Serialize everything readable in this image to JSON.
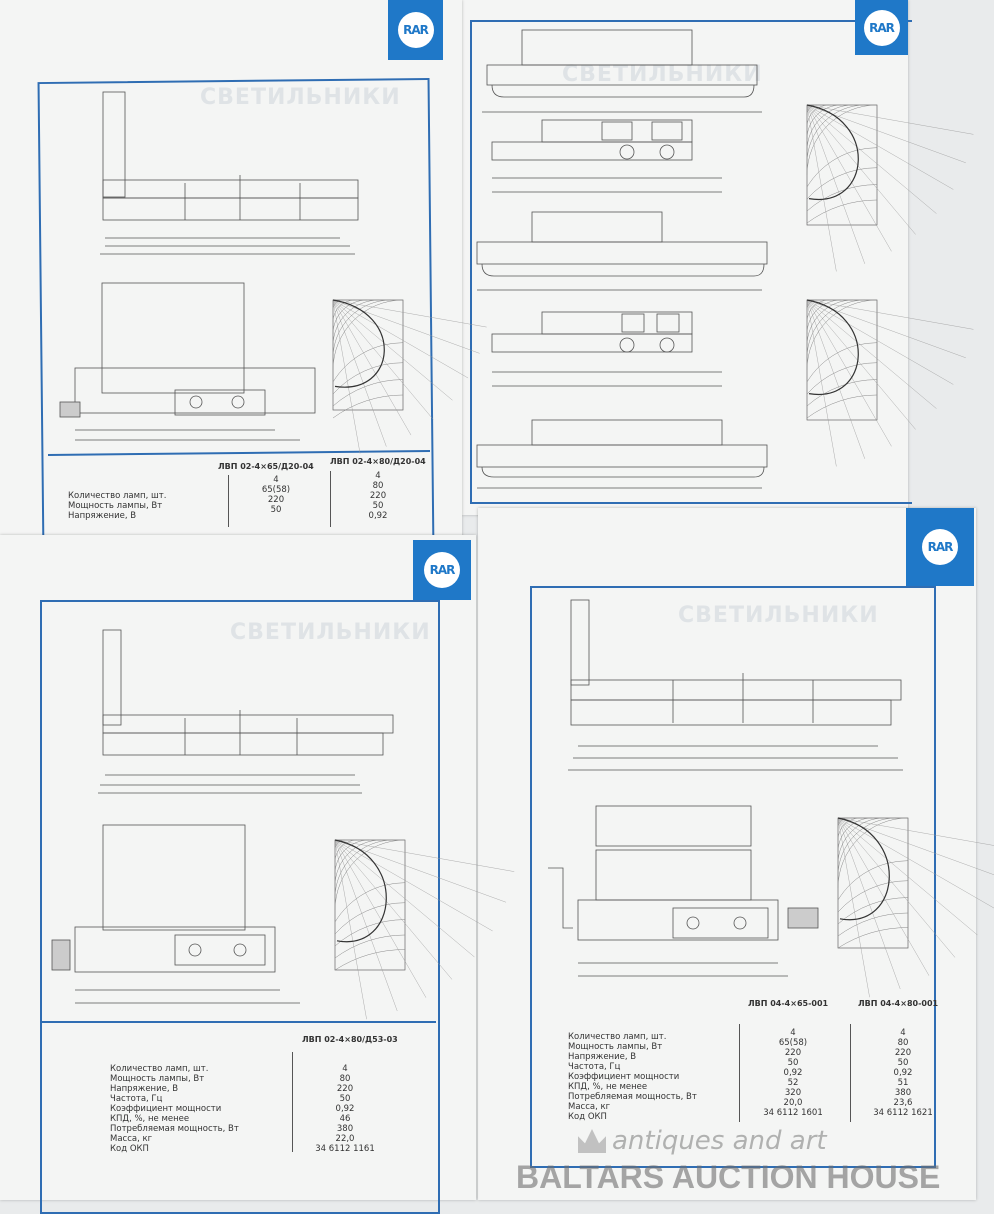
{
  "logo_text": "RAR",
  "ghost_heading": "СВЕТИЛЬНИКИ",
  "sheets": {
    "top_left": {
      "models": [
        "ЛВП 02-4×65/Д20-04",
        "ЛВП 02-4×80/Д20-04"
      ],
      "rows": [
        "Количество ламп, шт.",
        "Мощность лампы, Вт",
        "Напряжение, В"
      ],
      "col1": [
        "4",
        "65(58)",
        "220",
        "50"
      ],
      "col2": [
        "4",
        "80",
        "220",
        "50",
        "0,92"
      ]
    },
    "bottom_left": {
      "models": [
        "ЛВП 02-4×80/Д53-03"
      ],
      "rows": [
        "Количество ламп, шт.",
        "Мощность лампы, Вт",
        "Напряжение, В",
        "Частота, Гц",
        "Коэффициент мощности",
        "КПД, %, не менее",
        "Потребляемая мощность, Вт",
        "Масса, кг",
        "Код ОКП"
      ],
      "col1": [
        "4",
        "80",
        "220",
        "50",
        "0,92",
        "46",
        "380",
        "22,0",
        "34 6112 1161"
      ]
    },
    "bottom_right": {
      "models": [
        "ЛВП 04-4×65-001",
        "ЛВП 04-4×80-001"
      ],
      "rows": [
        "Количество ламп, шт.",
        "Мощность лампы, Вт",
        "Напряжение, В",
        "Частота, Гц",
        "Коэффициент мощности",
        "КПД, %, не менее",
        "Потребляемая мощность, Вт",
        "Масса, кг",
        "Код ОКП"
      ],
      "col1": [
        "4",
        "65(58)",
        "220",
        "50",
        "0,92",
        "52",
        "320",
        "20,0",
        "34 6112 1601"
      ],
      "col2": [
        "4",
        "80",
        "220",
        "50",
        "0,92",
        "51",
        "380",
        "23,6",
        "34 6112 1621"
      ]
    }
  },
  "watermark": {
    "line1": "antiques and art",
    "line2": "BALTARS AUCTION HOUSE"
  }
}
